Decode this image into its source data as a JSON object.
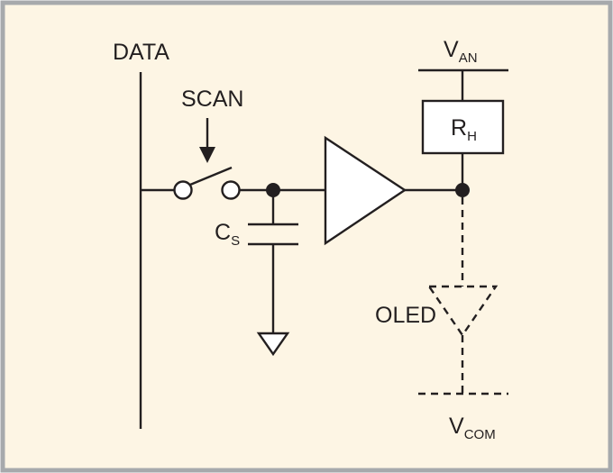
{
  "colors": {
    "background": "#fdf5e4",
    "border": "#a7a9ac",
    "ink": "#231f20"
  },
  "labels": {
    "data": "DATA",
    "scan": "SCAN",
    "van_main": "V",
    "van_sub": "AN",
    "rh_main": "R",
    "rh_sub": "H",
    "cs_main": "C",
    "cs_sub": "S",
    "oled": "OLED",
    "vcom_main": "V",
    "vcom_sub": "COM"
  }
}
